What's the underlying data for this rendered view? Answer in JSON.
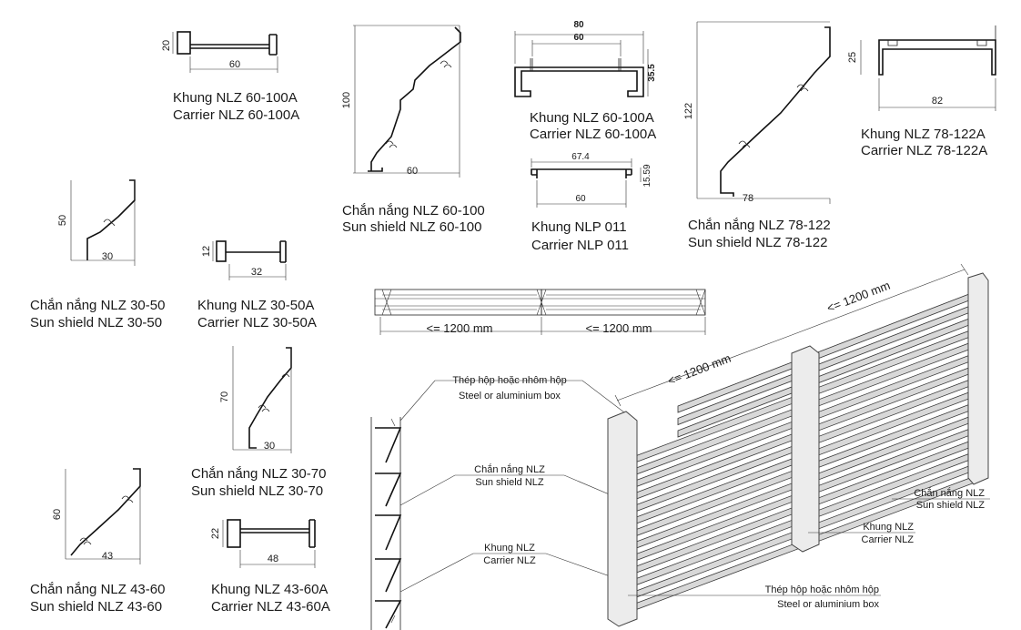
{
  "profiles": {
    "khung_60_100a_small": {
      "dim_w": "60",
      "dim_h": "20",
      "line1": "Khung NLZ 60-100A",
      "line2": "Carrier NLZ 60-100A"
    },
    "chan_60_100": {
      "dim_w": "60",
      "dim_h": "100",
      "line1": "Chắn nắng NLZ 60-100",
      "line2": "Sun shield NLZ 60-100"
    },
    "khung_60_100a_section": {
      "dim_outer": "80",
      "dim_inner": "60",
      "dim_h": "35.5",
      "line1": "Khung NLZ 60-100A",
      "line2": "Carrier NLZ 60-100A"
    },
    "khung_nlp_011": {
      "dim_outer": "67.4",
      "dim_inner": "60",
      "dim_h": "15.59",
      "line1": "Khung NLP 011",
      "line2": "Carrier NLP 011"
    },
    "chan_78_122": {
      "dim_w": "78",
      "dim_h": "122",
      "line1": "Chắn nắng NLZ 78-122",
      "line2": "Sun shield NLZ 78-122"
    },
    "khung_78_122a": {
      "dim_w": "82",
      "dim_h": "25",
      "line1": "Khung NLZ 78-122A",
      "line2": "Carrier NLZ 78-122A"
    },
    "chan_30_50": {
      "dim_w": "30",
      "dim_h": "50",
      "line1": "Chắn nắng NLZ 30-50",
      "line2": "Sun shield NLZ 30-50"
    },
    "khung_30_50a": {
      "dim_w": "32",
      "dim_h": "12",
      "line1": "Khung NLZ 30-50A",
      "line2": "Carrier NLZ 30-50A"
    },
    "chan_30_70": {
      "dim_w": "30",
      "dim_h": "70",
      "line1": "Chắn nắng NLZ 30-70",
      "line2": "Sun shield NLZ 30-70"
    },
    "chan_43_60": {
      "dim_w": "43",
      "dim_h": "60",
      "line1": "Chắn nắng NLZ 43-60",
      "line2": "Sun shield NLZ 43-60"
    },
    "khung_43_60a": {
      "dim_w": "48",
      "dim_h": "22",
      "line1": "Khung NLZ 43-60A",
      "line2": "Carrier NLZ 43-60A"
    }
  },
  "span": {
    "left": "<= 1200 mm",
    "right": "<= 1200 mm"
  },
  "iso": {
    "span_left": "<= 1200 mm",
    "span_right": "<= 1200 mm"
  },
  "labels": {
    "box_top_vi": "Thép hộp hoặc nhôm hộp",
    "box_top_en": "Steel or aluminium box",
    "shield_mid_vi": "Chắn nắng NLZ",
    "shield_mid_en": "Sun shield NLZ",
    "carrier_low_vi": "Khung NLZ",
    "carrier_low_en": "Carrier NLZ",
    "shield_right_vi": "Chắn nắng NLZ",
    "shield_right_en": "Sun shield NLZ",
    "carrier_right_vi": "Khung NLZ",
    "carrier_right_en": "Carrier NLZ",
    "box_bottom_vi": "Thép hộp hoặc nhôm hộp",
    "box_bottom_en": "Steel or aluminium box"
  }
}
